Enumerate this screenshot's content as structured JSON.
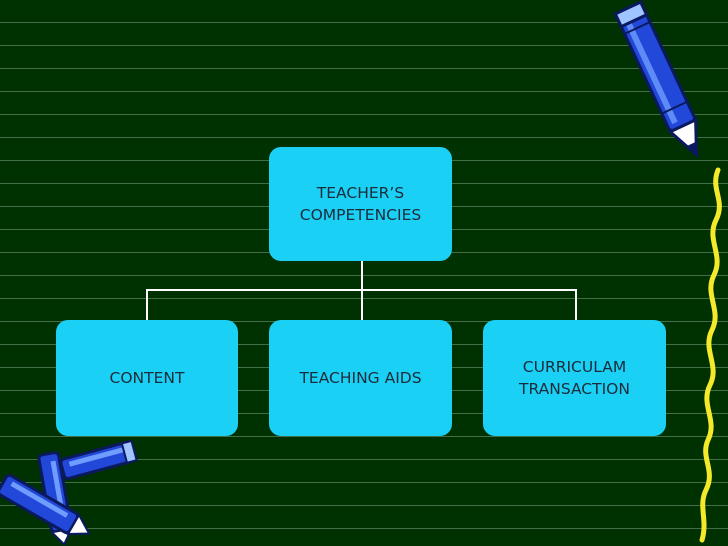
{
  "diagram": {
    "root": {
      "label": "TEACHER’S\nCOMPETENCIES"
    },
    "children": [
      {
        "label": "CONTENT"
      },
      {
        "label": "TEACHING AIDS"
      },
      {
        "label": "CURRICULAM \nTRANSACTION"
      }
    ]
  },
  "colors": {
    "background": "#003100",
    "box_fill": "#1ad0f5",
    "box_text": "#1c2b3a",
    "connector": "#ffffff",
    "crayon_blue": "#2148d8",
    "squiggle": "#f5ea2a"
  },
  "decorations": {
    "top_right": "pencil-icon",
    "bottom_left": "crayons-icon",
    "right_edge": "yellow-squiggle"
  }
}
